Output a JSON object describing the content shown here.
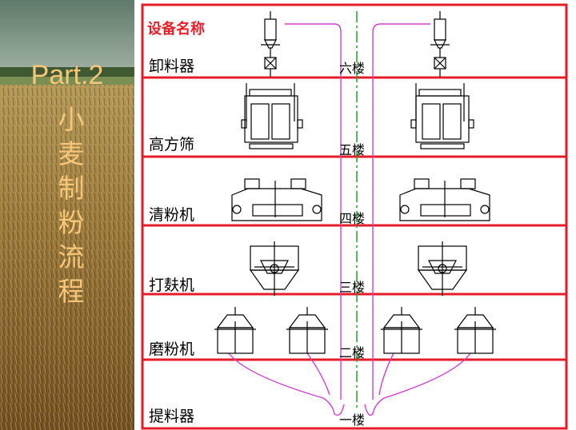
{
  "header": {
    "title": "设备名称"
  },
  "side": {
    "part": "Part.2",
    "subtitle": "小麦制粉流程"
  },
  "rows": [
    {
      "equipment": "卸料器",
      "floor": "六楼"
    },
    {
      "equipment": "高方筛",
      "floor": "五楼"
    },
    {
      "equipment": "清粉机",
      "floor": "四楼"
    },
    {
      "equipment": "打麸机",
      "floor": "三楼"
    },
    {
      "equipment": "磨粉机",
      "floor": "二楼"
    },
    {
      "equipment": "提料器",
      "floor": "一楼"
    }
  ],
  "colors": {
    "grid": "#e41c2a",
    "pipe": "#d23fd0",
    "centerline": "#1fa51f",
    "title_accent": "#f6c77a"
  }
}
